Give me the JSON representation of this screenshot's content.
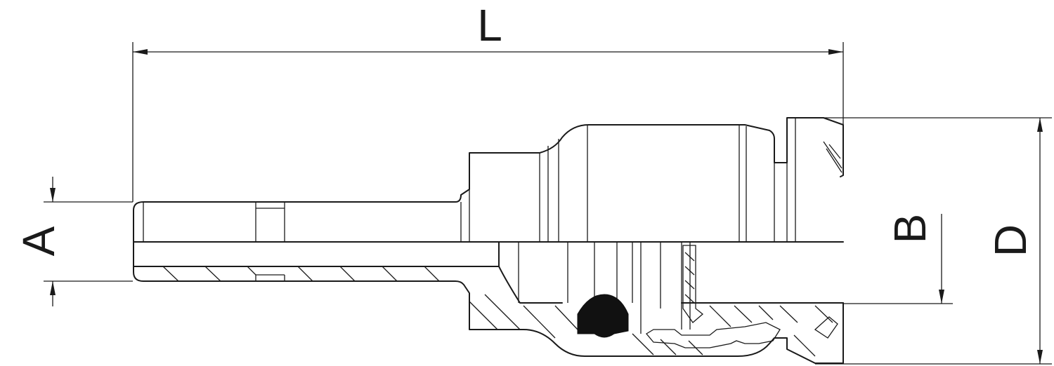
{
  "dimensions": {
    "L": "L",
    "A": "A",
    "B": "B",
    "D": "D"
  },
  "colors": {
    "line": "#1a1a1a",
    "background": "#ffffff",
    "seal": "#111111"
  }
}
